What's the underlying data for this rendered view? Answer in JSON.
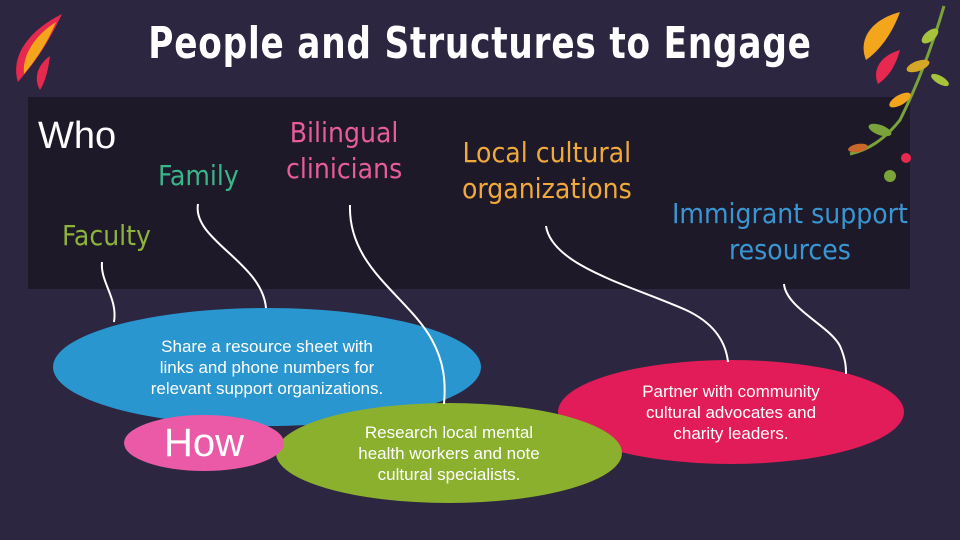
{
  "title": "People and Structures to Engage",
  "who_label": "Who",
  "how_label": "How",
  "who": {
    "faculty": "Faculty",
    "family": "Family",
    "bilingual_l1": "Bilingual",
    "bilingual_l2": "clinicians",
    "cultural_l1": "Local cultural",
    "cultural_l2": "organizations",
    "immigrant_l1": "Immigrant support",
    "immigrant_l2": "resources"
  },
  "how": {
    "blue_l1": "Share a resource sheet with",
    "blue_l2": "links and phone numbers for",
    "blue_l3": "relevant support organizations.",
    "green_l1": "Research local mental",
    "green_l2": "health workers and note",
    "green_l3": "cultural specialists.",
    "red_l1": "Partner with community",
    "red_l2": "cultural advocates and",
    "red_l3": "charity leaders."
  },
  "colors": {
    "background": "#2d2640",
    "band": "#1d1928",
    "faculty": "#8db33c",
    "family": "#3ab589",
    "bilingual": "#e85c9c",
    "cultural": "#f0a93a",
    "immigrant": "#3996d3",
    "blue_ellipse": "#2a96cf",
    "green_ellipse": "#8ab02e",
    "red_ellipse": "#e21c58",
    "how_ellipse": "#ea5aa6"
  }
}
